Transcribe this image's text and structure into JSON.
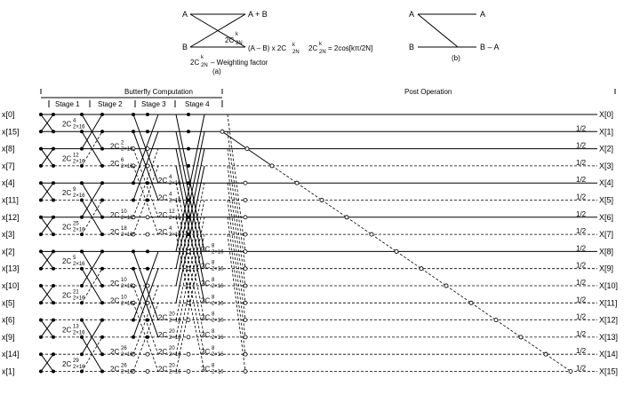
{
  "butterfly_a": {
    "input_top": "A",
    "input_bottom": "B",
    "output_top": "A + B",
    "output_bottom": "(A – B) x 2C",
    "output_bottom_sub": "2N",
    "output_bottom_sup": "k",
    "weight_main": "2C",
    "weight_sub": "2N",
    "weight_sup": "k",
    "factor_main": "2C",
    "factor_sub": "2N",
    "factor_sup": "k",
    "factor_text": "– Weighting factor",
    "formula_main": "2C",
    "formula_sub": "2N",
    "formula_sup": "k",
    "formula_rhs": "= 2cos[kπ/2N]",
    "caption": "(a)"
  },
  "butterfly_b": {
    "input_top": "A",
    "input_bottom": "B",
    "output_top": "A",
    "output_bottom": "B – A",
    "caption": "(b)"
  },
  "sections": {
    "butterfly": "Butterfly Computation",
    "post": "Post Operation",
    "stages": [
      "Stage 1",
      "Stage 2",
      "Stage 3",
      "Stage 4"
    ]
  },
  "input_labels": [
    "x[0]",
    "x[15]",
    "x[8]",
    "x[7]",
    "x[4]",
    "x[11]",
    "x[12]",
    "x[3]",
    "x[2]",
    "x[13]",
    "x[10]",
    "x[5]",
    "x[6]",
    "x[9]",
    "x[14]",
    "x[1]"
  ],
  "output_labels": [
    "X[0]",
    "X[1]",
    "X[2]",
    "X[3]",
    "X[4]",
    "X[5]",
    "X[6]",
    "X[7]",
    "X[8]",
    "X[9]",
    "X[10]",
    "X[11]",
    "X[12]",
    "X[13]",
    "X[14]",
    "X[15]"
  ],
  "half_label": "1/2",
  "coef_main": "2C",
  "stage1_exponents": [
    "4",
    "12",
    "9",
    "25",
    "5",
    "21",
    "13",
    "29"
  ],
  "stage1_sub": "2×16",
  "stage2_exponents": [
    "2",
    "6",
    "10",
    "18",
    "10",
    "10",
    "26",
    "26"
  ],
  "stage3_exponents": [
    "4",
    "4",
    "12",
    "4",
    "20",
    "20",
    "20",
    "20"
  ],
  "stage4_exponents": [
    "8",
    "8",
    "8",
    "8",
    "8",
    "8",
    "8",
    "8"
  ]
}
